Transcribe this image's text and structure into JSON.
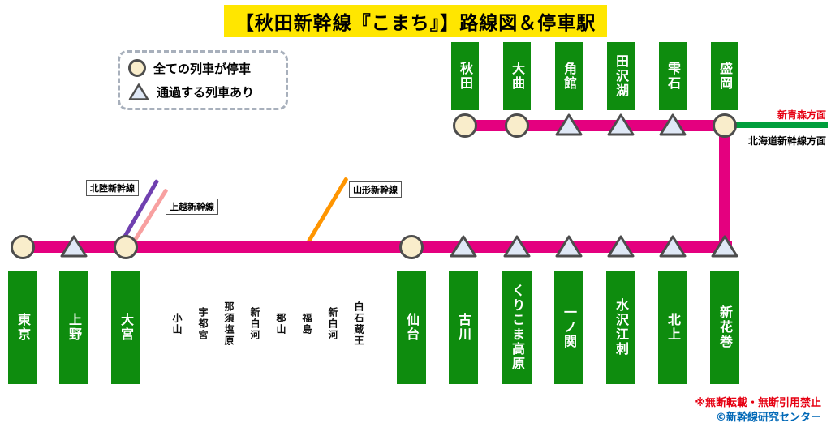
{
  "title": "【秋田新幹線『こまち』】路線図＆停車駅",
  "legend": {
    "circle_label": "全ての列車が停車",
    "triangle_label": "通過する列車あり"
  },
  "top_line": {
    "stations": [
      {
        "name": "秋田",
        "marker": "circle"
      },
      {
        "name": "大曲",
        "marker": "circle"
      },
      {
        "name": "角館",
        "marker": "triangle"
      },
      {
        "name": "田沢湖",
        "marker": "triangle"
      },
      {
        "name": "雫石",
        "marker": "triangle"
      },
      {
        "name": "盛岡",
        "marker": "circle"
      }
    ],
    "right_labels": {
      "top": "新青森方面",
      "bottom": "北海道新幹線方面"
    }
  },
  "bottom_line": {
    "stations": [
      {
        "name": "東京",
        "marker": "circle"
      },
      {
        "name": "上野",
        "marker": "triangle"
      },
      {
        "name": "大宮",
        "marker": "circle"
      },
      {
        "name": "仙台",
        "marker": "circle"
      },
      {
        "name": "古川",
        "marker": "triangle"
      },
      {
        "name": "くりこま高原",
        "marker": "triangle"
      },
      {
        "name": "一ノ関",
        "marker": "triangle"
      },
      {
        "name": "水沢江刺",
        "marker": "triangle"
      },
      {
        "name": "北上",
        "marker": "triangle"
      },
      {
        "name": "新花巻",
        "marker": "triangle"
      }
    ],
    "passed_stations": [
      "小山",
      "宇都宮",
      "那須塩原",
      "新白河",
      "郡山",
      "福島",
      "新白河",
      "白石蔵王"
    ]
  },
  "branches": {
    "hokuriku": "北陸新幹線",
    "joetsu": "上越新幹線",
    "yamagata": "山形新幹線"
  },
  "footer": {
    "notice": "※無断転載・無断引用禁止",
    "credit": "©新幹線研究センター"
  },
  "colors": {
    "line_pink": "#e4007f",
    "green_station": "#0e8c0e",
    "title_bg": "#ffe600",
    "circle_fill": "#f9edcb",
    "circle_border": "#4d4d4d",
    "triangle_fill": "#dfe8f6",
    "triangle_border": "#4d4d4d",
    "green_line": "#009e3c",
    "hokuriku_purple": "#7040b0",
    "joetsu_salmon": "#f8a0a0",
    "yamagata_orange": "#ff9500",
    "red": "#e60012",
    "credit_blue": "#0068b7"
  }
}
